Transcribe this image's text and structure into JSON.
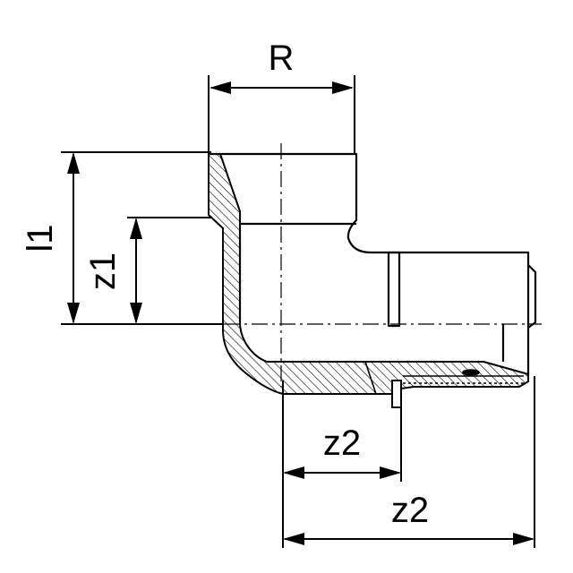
{
  "labels": {
    "R": "R",
    "l1": "l1",
    "z1": "z1",
    "z2_inner": "z2",
    "z2_outer": "z2"
  },
  "colors": {
    "line": "#000000",
    "background": "#ffffff"
  }
}
